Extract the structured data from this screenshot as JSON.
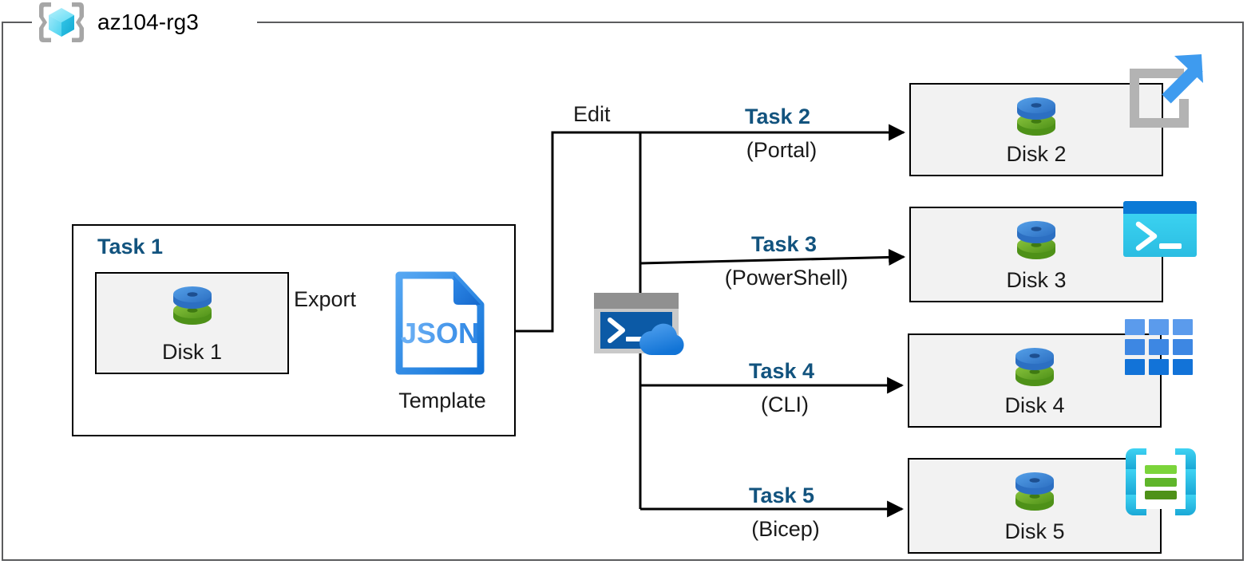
{
  "diagram": {
    "title": "az104-rg3",
    "resource_group_icon": "azure-resource-group-icon",
    "colors": {
      "task_label": "#12537e",
      "box_fill": "#f2f2f2",
      "box_border": "#000000",
      "frame_border": "#5b5c5e",
      "disk_top": "#3a7fd5",
      "disk_bottom": "#76bc21",
      "json_blue": "#3e9bef",
      "cloudshell_blue": "#0a5ba4",
      "powershell_cyan": "#32d3f0",
      "cli_blue": "#3e8fe0",
      "bicep_cyan": "#31c8ef",
      "bicep_green": "#7bd43a"
    }
  },
  "task1": {
    "label": "Task 1",
    "disk": {
      "caption": "Disk 1",
      "icon": "managed-disk-icon"
    },
    "export_label": "Export",
    "template": {
      "file_label": "JSON",
      "caption": "Template",
      "icon": "json-file-icon"
    }
  },
  "edit": {
    "label": "Edit",
    "cloudshell_icon": "cloud-shell-icon"
  },
  "tasks": [
    {
      "name": "Task 2",
      "tool": "(Portal)",
      "disk_caption": "Disk 2",
      "disk_icon": "managed-disk-icon",
      "tool_icon": "azure-portal-icon"
    },
    {
      "name": "Task 3",
      "tool": "(PowerShell)",
      "disk_caption": "Disk 3",
      "disk_icon": "managed-disk-icon",
      "tool_icon": "powershell-icon"
    },
    {
      "name": "Task 4",
      "tool": "(CLI)",
      "disk_caption": "Disk 4",
      "disk_icon": "managed-disk-icon",
      "tool_icon": "azure-cli-icon"
    },
    {
      "name": "Task 5",
      "tool": "(Bicep)",
      "disk_caption": "Disk 5",
      "disk_icon": "managed-disk-icon",
      "tool_icon": "bicep-icon"
    }
  ]
}
